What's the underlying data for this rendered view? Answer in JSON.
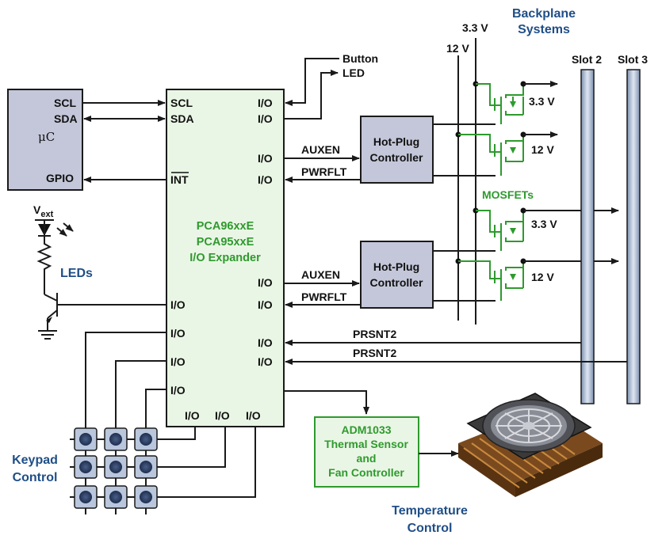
{
  "microcontroller": {
    "label": "μC",
    "pins": {
      "scl": "SCL",
      "sda": "SDA",
      "gpio": "GPIO"
    }
  },
  "expander": {
    "title_line1": "PCA96xxE",
    "title_line2": "PCA95xxE",
    "title_line3": "I/O Expander",
    "pins": {
      "scl": "SCL",
      "sda": "SDA",
      "int": "INT",
      "io": "I/O"
    }
  },
  "top_outputs": {
    "button": "Button",
    "led": "LED"
  },
  "hotplug": {
    "line1": "Hot-Plug",
    "line2": "Controller"
  },
  "signals": {
    "auxen": "AUXEN",
    "pwrflt": "PWRFLT",
    "prsnt2": "PRSNT2"
  },
  "backplane": {
    "title_line1": "Backplane",
    "title_line2": "Systems",
    "slot2": "Slot 2",
    "slot3": "Slot 3"
  },
  "rails": {
    "v33": "3.3 V",
    "v12": "12 V"
  },
  "mosfets": {
    "label": "MOSFETs",
    "v33": "3.3 V",
    "v12": "12 V"
  },
  "leds": {
    "vext_main": "V",
    "vext_sub": "ext",
    "label": "LEDs"
  },
  "keypad": {
    "line1": "Keypad",
    "line2": "Control"
  },
  "adm": {
    "line1": "ADM1033",
    "line2": "Thermal Sensor",
    "line3": "and",
    "line4": "Fan Controller"
  },
  "temperature": {
    "line1": "Temperature",
    "line2": "Control"
  }
}
